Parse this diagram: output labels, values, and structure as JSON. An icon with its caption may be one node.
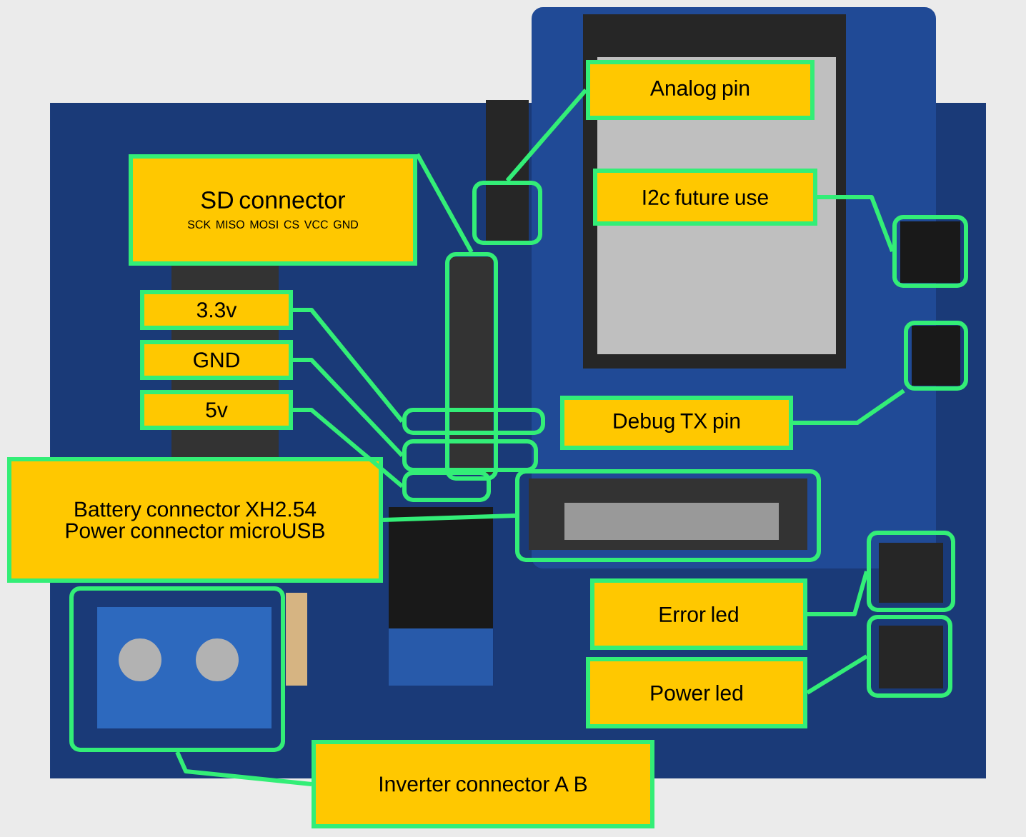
{
  "diagram": {
    "nodes": [
      {
        "text": [
          "Analog pin"
        ]
      },
      {
        "text": [
          "SD connector",
          "SCK MISO MOSI CS VCC GND"
        ]
      },
      {
        "text": [
          "I2c future use"
        ]
      },
      {
        "text": [
          "3.3v"
        ]
      },
      {
        "text": [
          "GND"
        ]
      },
      {
        "text": [
          "5v"
        ]
      },
      {
        "text": [
          "Debug TX pin"
        ]
      },
      {
        "text": [
          "Battery connector XH2.54 Power connector microUSB"
        ]
      },
      {
        "text": [
          "Error led"
        ]
      },
      {
        "text": [
          "Power led"
        ]
      },
      {
        "text": [
          "Inverter connector A B"
        ]
      },
      {
        "text": [],
        "shape": "box"
      },
      {
        "text": [],
        "shape": "box"
      },
      {
        "text": [],
        "shape": "box"
      },
      {
        "text": [],
        "shape": "box"
      },
      {
        "text": [],
        "shape": "box"
      },
      {
        "text": [],
        "shape": "box"
      },
      {
        "text": [],
        "shape": "box"
      },
      {
        "text": [],
        "shape": "box"
      },
      {
        "text": [],
        "shape": "box"
      },
      {
        "text": [],
        "shape": "box"
      },
      {
        "text": [],
        "shape": "box"
      }
    ],
    "edges": [
      {
        "from": 0,
        "to": 11,
        "arrow": "none"
      },
      {
        "from": 1,
        "to": 12,
        "arrow": "none"
      },
      {
        "from": 2,
        "to": 13,
        "arrow": "none"
      },
      {
        "from": 3,
        "to": 15,
        "arrow": "none"
      },
      {
        "from": 4,
        "to": 16,
        "arrow": "none"
      },
      {
        "from": 5,
        "to": 17,
        "arrow": "none"
      },
      {
        "from": 6,
        "to": 14,
        "arrow": "none"
      },
      {
        "from": 7,
        "to": 18,
        "arrow": "none"
      },
      {
        "from": 8,
        "to": 19,
        "arrow": "none"
      },
      {
        "from": 9,
        "to": 20,
        "arrow": "none"
      },
      {
        "from": 10,
        "to": 21,
        "arrow": "none"
      }
    ]
  }
}
